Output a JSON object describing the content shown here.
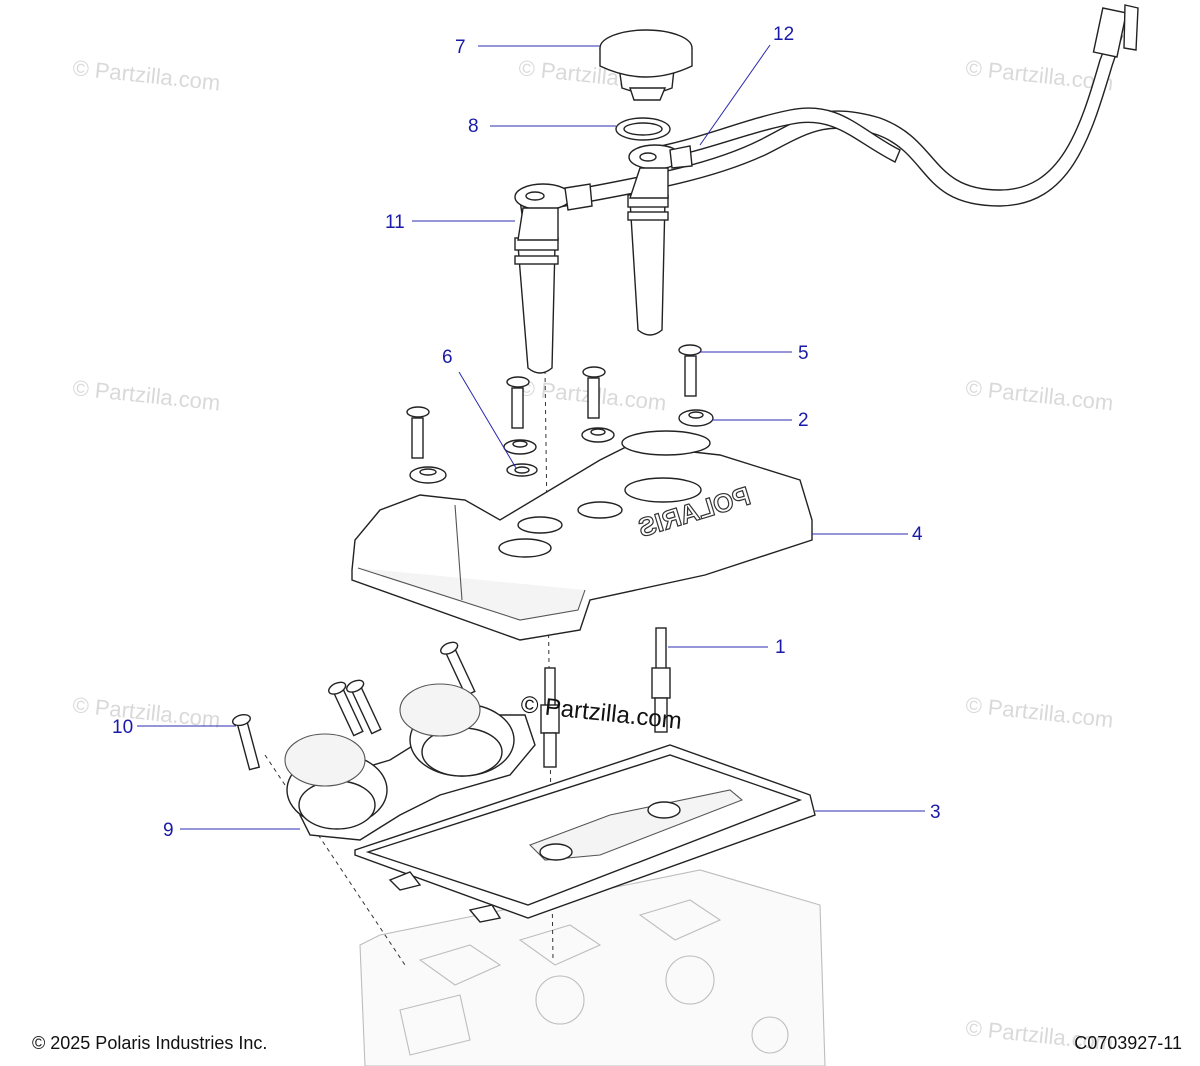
{
  "callouts": [
    {
      "number": "1"
    },
    {
      "number": "2"
    },
    {
      "number": "3"
    },
    {
      "number": "4"
    },
    {
      "number": "5"
    },
    {
      "number": "6"
    },
    {
      "number": "7"
    },
    {
      "number": "8"
    },
    {
      "number": "9"
    },
    {
      "number": "10"
    },
    {
      "number": "11"
    },
    {
      "number": "12"
    }
  ],
  "watermark": "© Partzilla.com",
  "center_watermark": "© Partzilla.com",
  "cover_logo": "POLARIS",
  "copyright": "© 2025 Polaris Industries Inc.",
  "diagram_code": "C0703927-11",
  "colors": {
    "callout": "#1a1aa8",
    "line_art": "#222222",
    "watermark": "#d9d9d9"
  }
}
